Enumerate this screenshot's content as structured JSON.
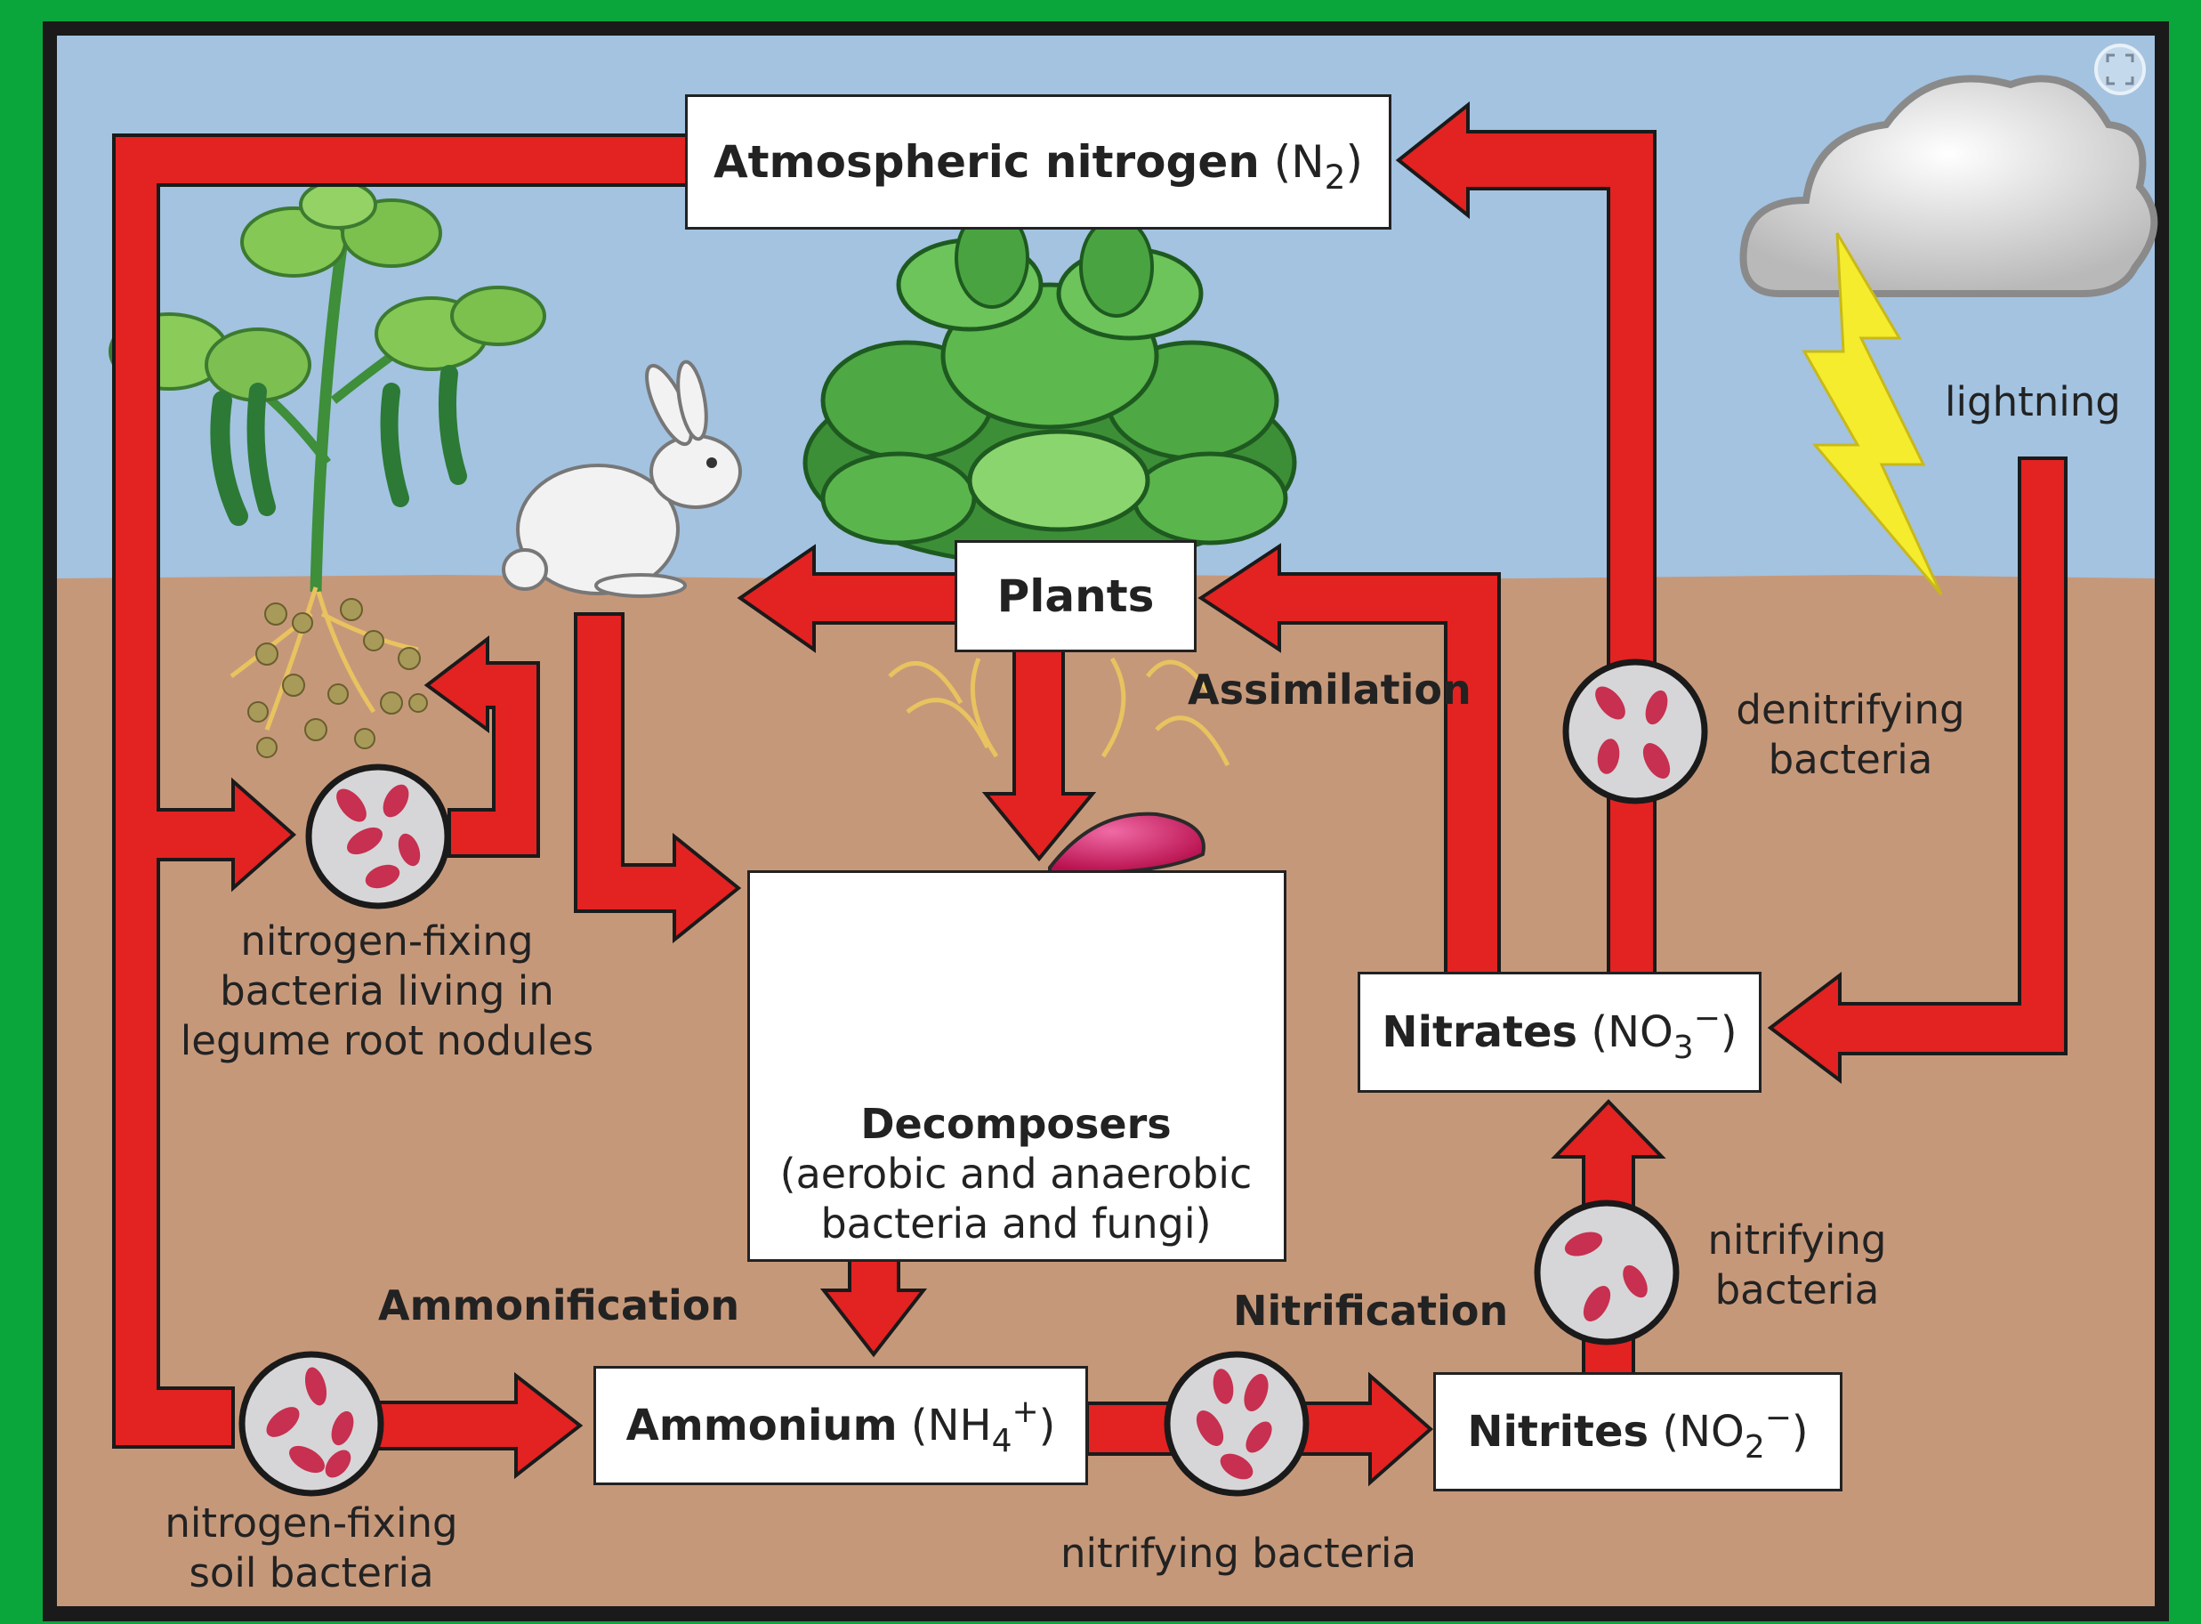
{
  "boxes": {
    "atmospheric": {
      "name": "Atmospheric nitrogen",
      "formula_open": "(N",
      "formula_sub": "2",
      "formula_sup": "",
      "formula_close": ")"
    },
    "plants": {
      "name": "Plants"
    },
    "decomposers": {
      "title": "Decomposers",
      "line1": "(aerobic and anaerobic",
      "line2": "bacteria and fungi)"
    },
    "ammonium": {
      "name": "Ammonium",
      "formula_open": "(NH",
      "formula_sub": "4",
      "formula_sup": "+",
      "formula_close": ")"
    },
    "nitrites": {
      "name": "Nitrites",
      "formula_open": "(NO",
      "formula_sub": "2",
      "formula_sup": "−",
      "formula_close": ")"
    },
    "nitrates": {
      "name": "Nitrates",
      "formula_open": "(NO",
      "formula_sub": "3",
      "formula_sup": "−",
      "formula_close": ")"
    }
  },
  "processes": {
    "assimilation": "Assimilation",
    "ammonification": "Ammonification",
    "nitrification": "Nitrification"
  },
  "labels": {
    "lightning": "lightning",
    "denitrifying": [
      "denitrifying",
      "bacteria"
    ],
    "nitrifying_right": [
      "nitrifying",
      "bacteria"
    ],
    "nitrifying_bottom": "nitrifying bacteria",
    "fixing_soil": [
      "nitrogen-fixing",
      "soil bacteria"
    ],
    "fixing_legume": [
      "nitrogen-fixing",
      "bacteria living in",
      "legume root nodules"
    ]
  },
  "colors": {
    "frame": "#0aa63c",
    "border": "#1a1a1a",
    "sky": "#a3c3e1",
    "soil": "#c6987a",
    "arrow": "#e32222",
    "bacteria_disc": "#d6d6d8",
    "bacterium": "#c73050"
  }
}
